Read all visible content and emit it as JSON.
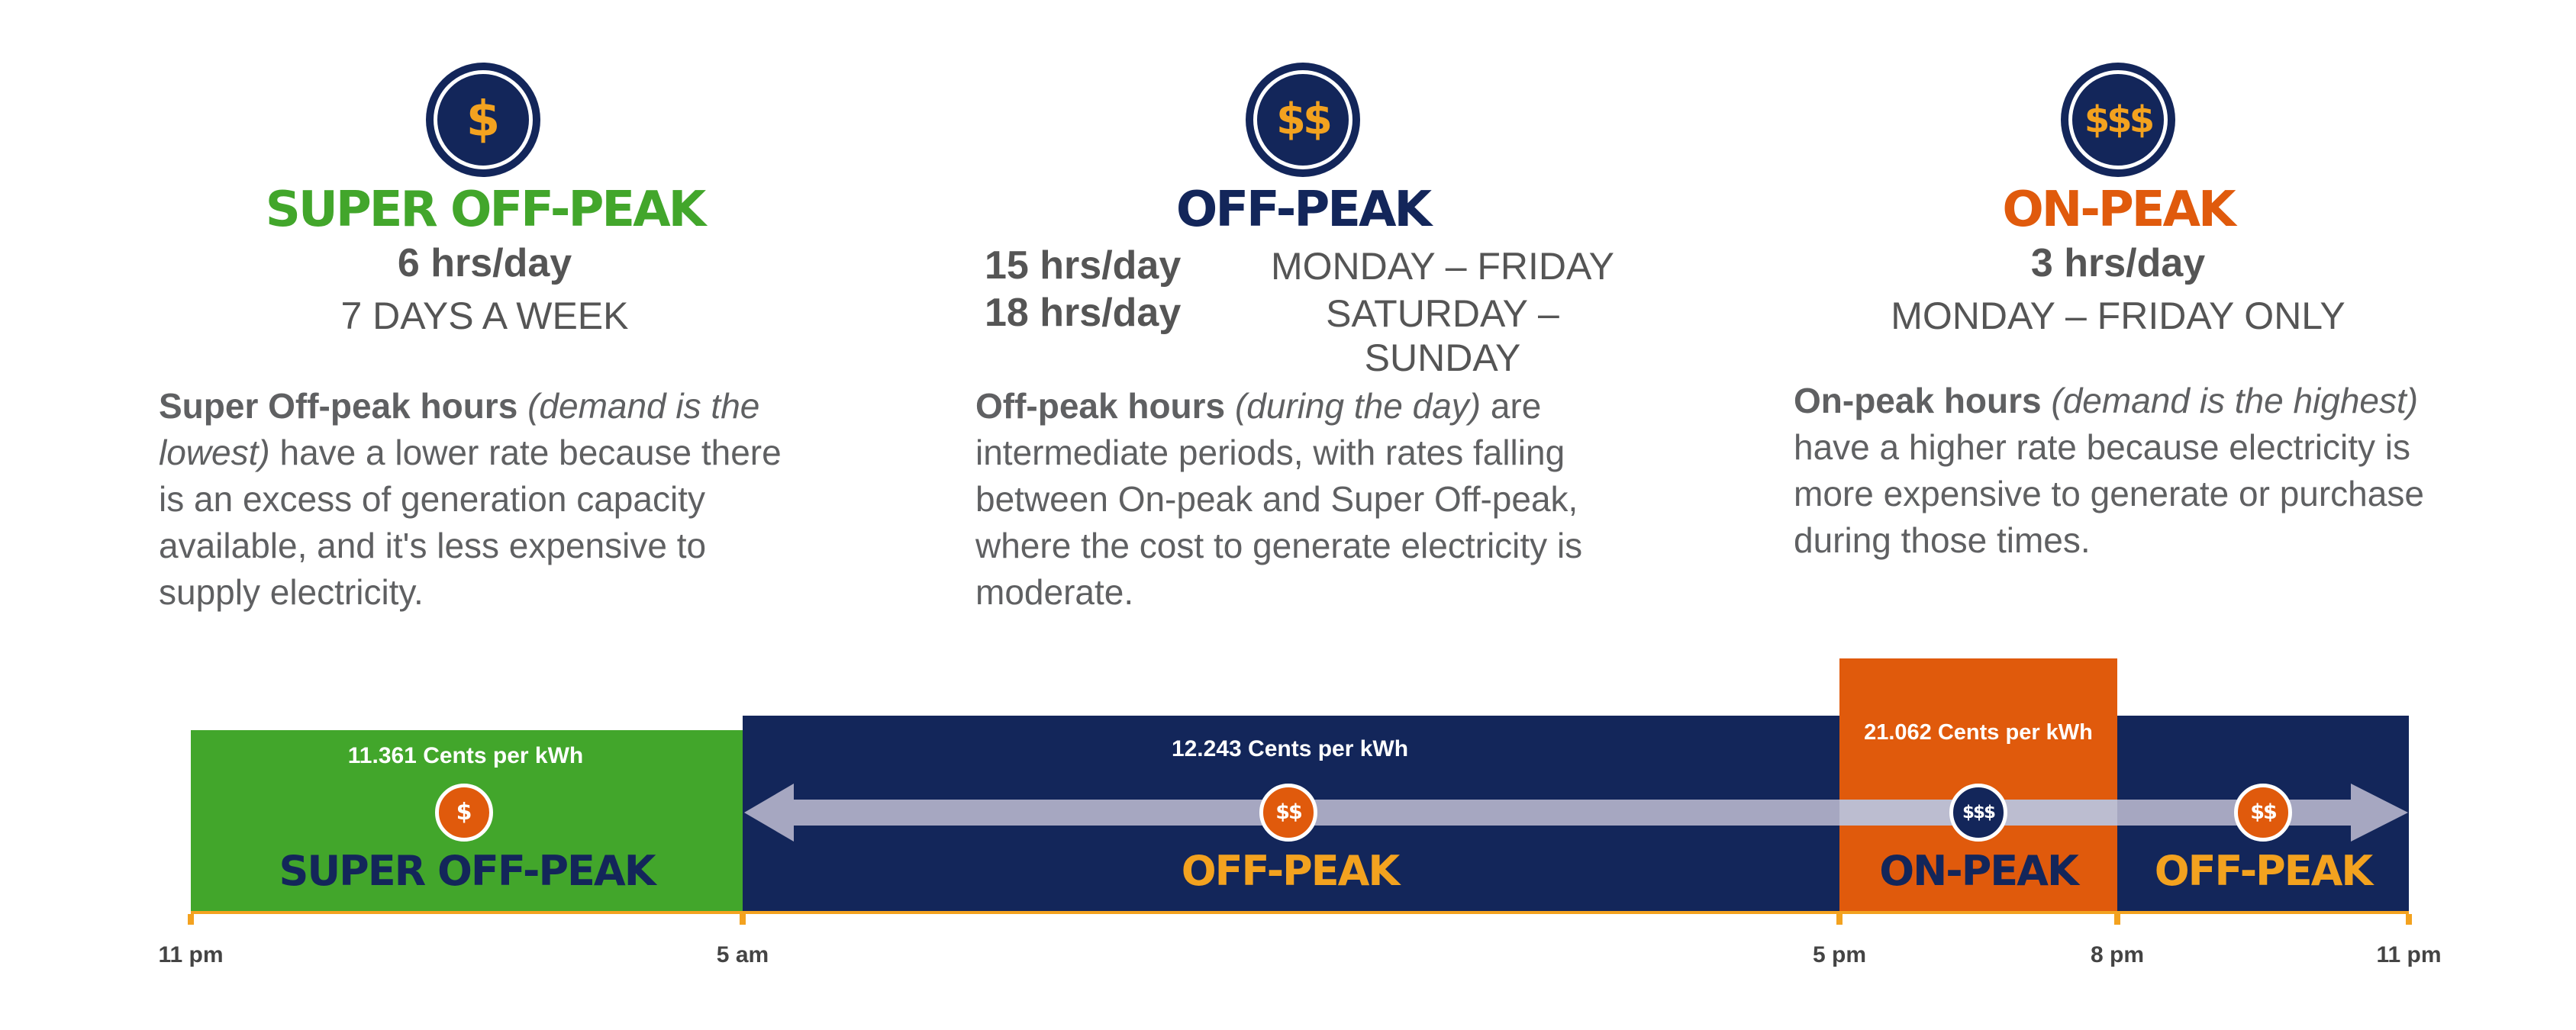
{
  "colors": {
    "navy": "#13265a",
    "green": "#42a62b",
    "orange": "#e05a0c",
    "gold": "#f3a21f",
    "arrow": "#a6a7c1",
    "text": "#5f6062"
  },
  "tiers": {
    "super": {
      "icon": "$",
      "title": "SUPER OFF-PEAK",
      "hours": "6 hrs/day",
      "days": "7 DAYS A WEEK",
      "desc_bold": "Super Off-peak hours",
      "desc_italic": "(demand is the lowest)",
      "desc_rest": "have a lower rate because there is an excess of generation capacity available, and it's less expensive to supply electricity."
    },
    "off": {
      "icon": "$$",
      "title": "OFF-PEAK",
      "weekday_hours": "15 hrs/day",
      "weekday_days": "MONDAY – FRIDAY",
      "weekend_hours": "18 hrs/day",
      "weekend_days": "SATURDAY – SUNDAY",
      "desc_bold": "Off-peak hours",
      "desc_italic": "(during the day)",
      "desc_rest": "are intermediate periods, with rates falling between On-peak and Super Off-peak, where the cost to generate electricity is moderate."
    },
    "on": {
      "icon": "$$$",
      "title": "ON-PEAK",
      "hours": "3 hrs/day",
      "days": "MONDAY – FRIDAY ONLY",
      "desc_bold": "On-peak hours",
      "desc_italic": "(demand is the highest)",
      "desc_rest": "have a higher rate because electricity is more expensive to generate or purchase during those times."
    }
  },
  "timeline": {
    "segments": [
      {
        "label": "SUPER OFF-PEAK",
        "rate": "11.361 Cents per kWh",
        "icon": "$"
      },
      {
        "label": "OFF-PEAK",
        "rate": "12.243 Cents per kWh",
        "icon": "$$"
      },
      {
        "label": "ON-PEAK",
        "rate": "21.062 Cents per kWh",
        "icon": "$$$"
      },
      {
        "label": "OFF-PEAK",
        "icon": "$$"
      }
    ],
    "ticks": [
      "11 pm",
      "5 am",
      "5 pm",
      "8 pm",
      "11 pm"
    ]
  }
}
